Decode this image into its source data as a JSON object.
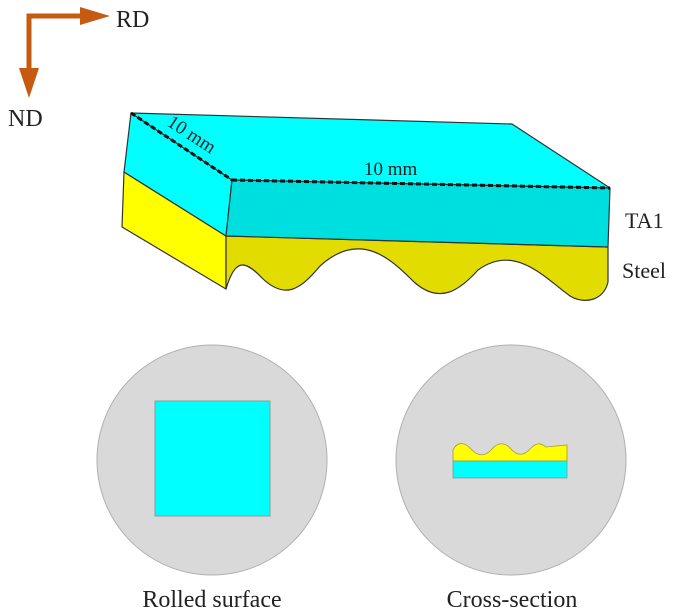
{
  "axes": {
    "rd_label": "RD",
    "nd_label": "ND",
    "arrow_color": "#c55a11"
  },
  "block": {
    "dim_depth_label": "10 mm",
    "dim_length_label": "10 mm",
    "top_layer_label": "TA1",
    "bottom_layer_label": "Steel",
    "ta1_color": "#00ffff",
    "ta1_side_color": "#00dfe0",
    "steel_color": "#ffff00",
    "steel_side_color": "#e3dc00"
  },
  "samples": [
    {
      "label": "Rolled surface"
    },
    {
      "label": "Cross-section"
    }
  ],
  "mount_color": "#d9d9d9"
}
